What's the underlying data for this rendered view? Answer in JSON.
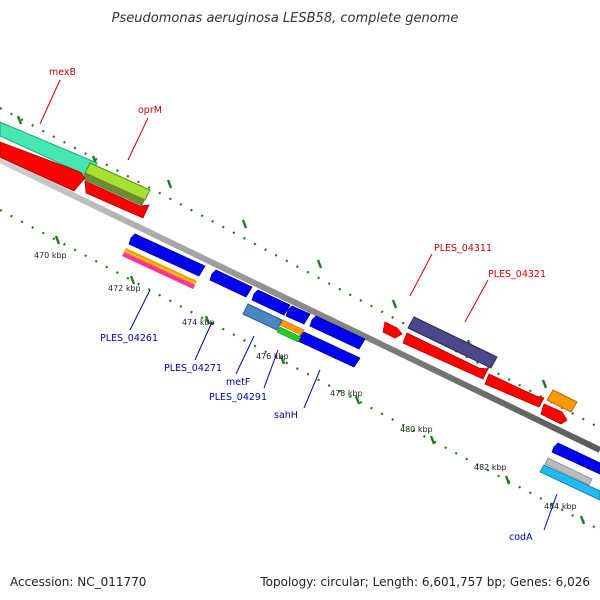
{
  "title": "Pseudomonas aeruginosa LESB58, complete genome",
  "footer": {
    "accession": "Accession: NC_011770",
    "summary": "Topology: circular; Length: 6,601,757 bp; Genes: 6,026"
  },
  "ticks": {
    "t470": "470 kbp",
    "t472": "472 kbp",
    "t474": "474 kbp",
    "t476": "476 kbp",
    "t478": "478 kbp",
    "t480": "480 kbp",
    "t482": "482 kbp",
    "t484": "484 kbp"
  },
  "genes_top": {
    "mexB": "mexB",
    "oprM": "oprM",
    "PLES_04311": "PLES_04311",
    "PLES_04321": "PLES_04321"
  },
  "genes_bottom": {
    "PLES_04261": "PLES_04261",
    "PLES_04271": "PLES_04271",
    "metF": "metF",
    "PLES_04291": "PLES_04291",
    "sahH": "sahH",
    "codA": "codA"
  },
  "colors": {
    "forward_label": "#cc0000",
    "reverse_label": "#0000aa",
    "cds_forward": "#ff0000",
    "cds_reverse": "#0000ee",
    "backbone": "#7a7a7a",
    "tick": "#1a7a1a"
  }
}
